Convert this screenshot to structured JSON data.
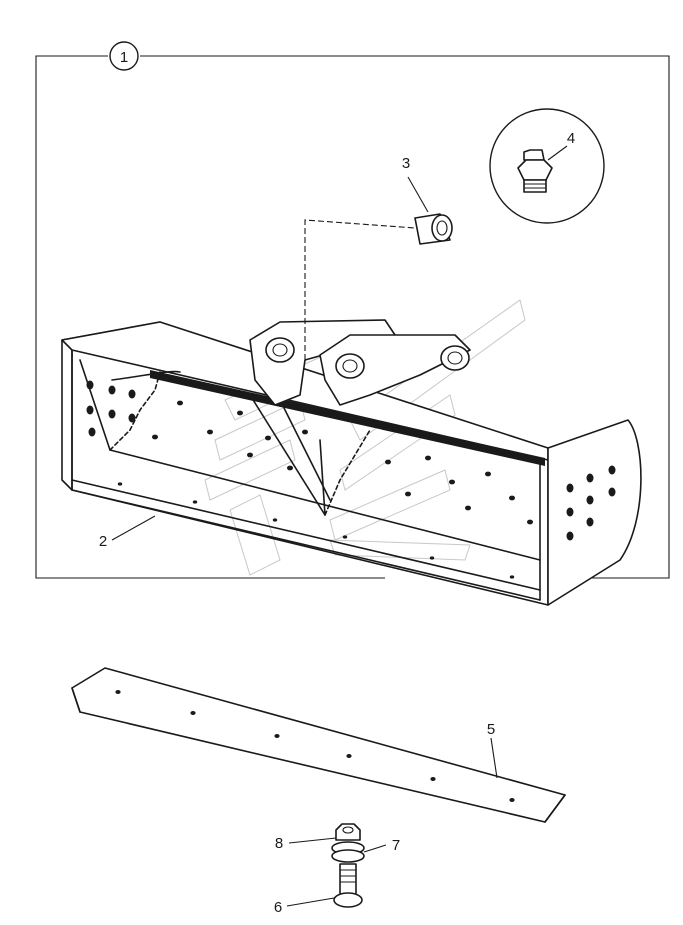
{
  "callouts": {
    "assembly": "1",
    "bucket": "2",
    "bushing": "3",
    "grease_nipple": "4",
    "cutting_edge": "5",
    "bolt": "6",
    "washer": "7",
    "nut": "8"
  }
}
